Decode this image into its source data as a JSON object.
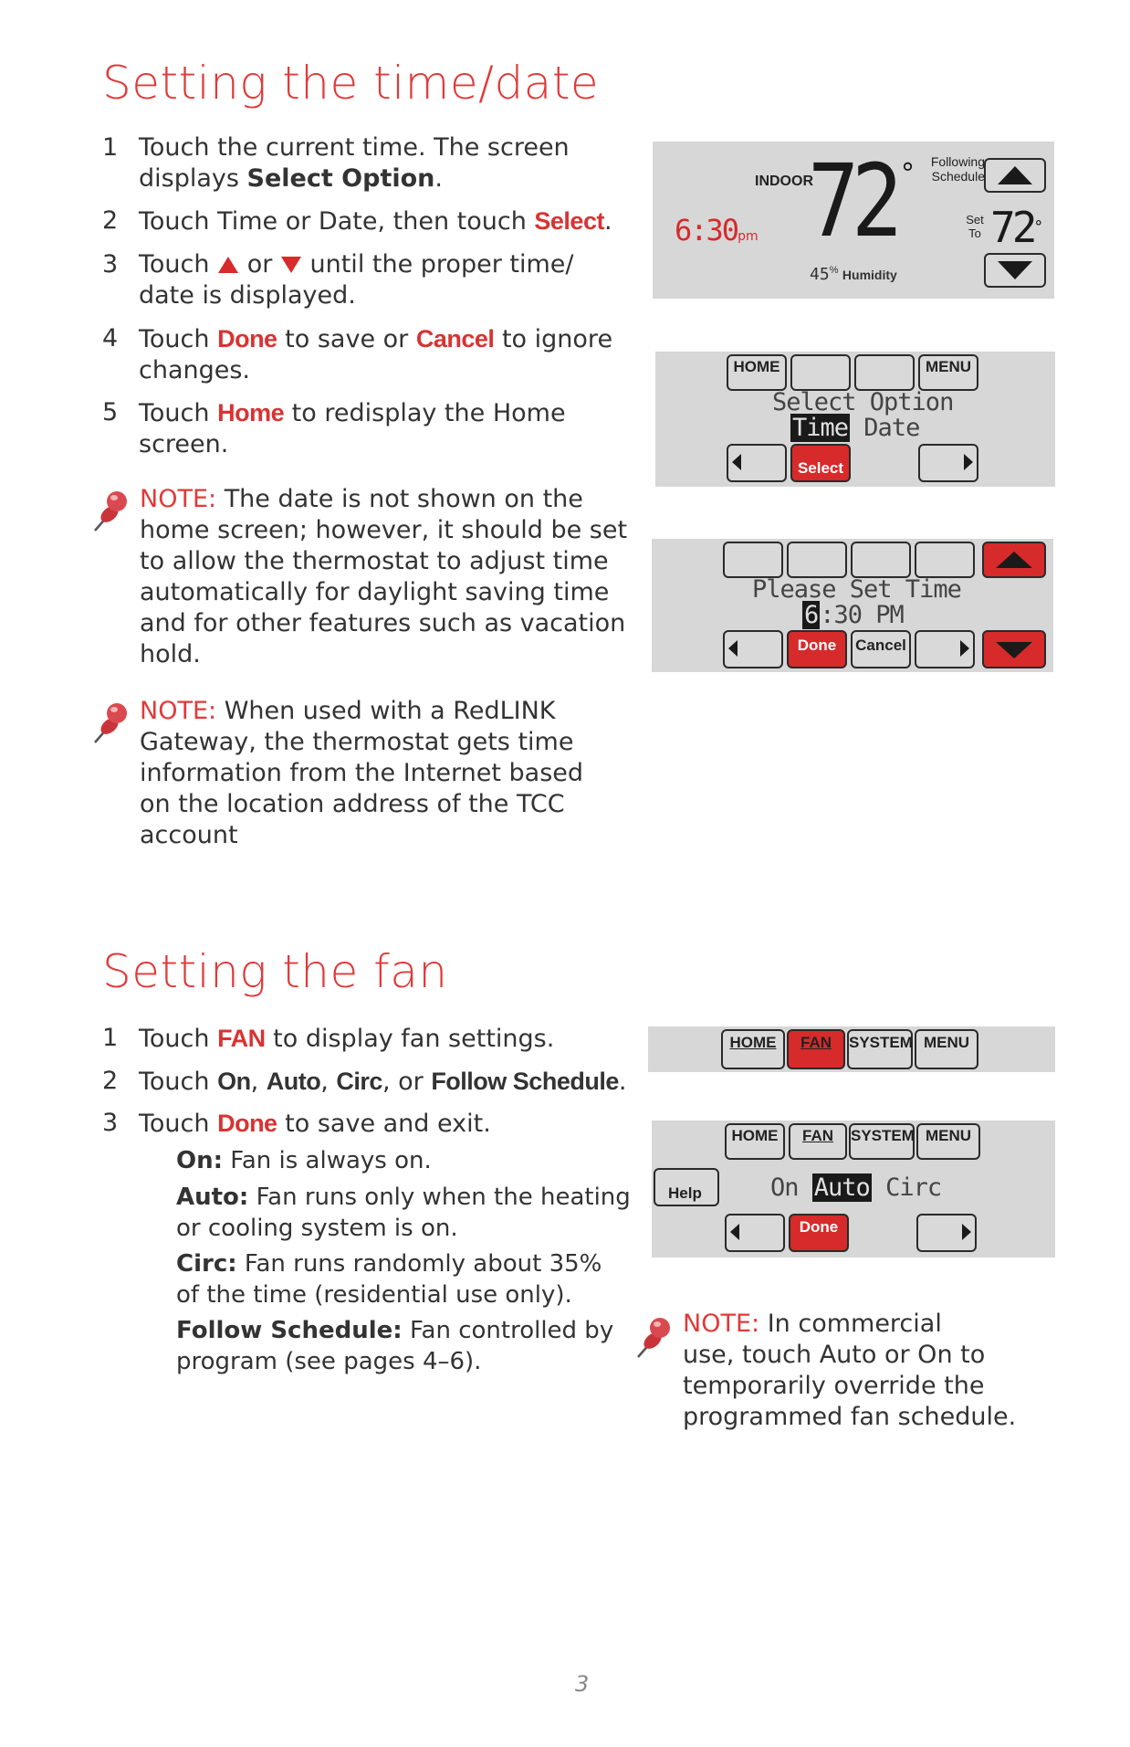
{
  "section1": {
    "title": "Setting the time/date",
    "steps": [
      {
        "num": "1",
        "parts": [
          "Touch the current time. The screen",
          "displays ",
          "Select Option",
          "."
        ]
      },
      {
        "num": "2",
        "a": "Touch Time or Date, then touch ",
        "red": "Select",
        "b": "."
      },
      {
        "num": "3",
        "a": "Touch",
        "or": "or",
        "b": "until the proper time/",
        "c": "date is displayed."
      },
      {
        "num": "4",
        "a": "Touch ",
        "red1": "Done",
        "b": " to save or ",
        "red2": "Cancel",
        "c": " to ignore",
        "d": "changes."
      },
      {
        "num": "5",
        "a": "Touch ",
        "red": "Home",
        "b": " to redisplay the Home",
        "c": "screen."
      }
    ],
    "note1": {
      "label": "NOTE:",
      "lines": [
        " The date is not shown on the",
        "home screen; however, it should be set",
        "to allow the thermostat to adjust time",
        "automatically for daylight saving time",
        "and for other features such as vacation",
        "hold."
      ]
    },
    "note2": {
      "label": "NOTE:",
      "lines": [
        " When used with a RedLINK",
        "Gateway, the thermostat gets time",
        "information from the Internet based",
        "on the location address of the TCC",
        "account"
      ]
    }
  },
  "screen1": {
    "indoor": "INDOOR",
    "temp": "72",
    "deg": "°",
    "time": "6:30",
    "ampm": "pm",
    "humidity_val": "45",
    "humidity_unit": "%",
    "humidity_label": "Humidity",
    "following": "Following",
    "schedule": "Schedule",
    "set": "Set",
    "to": "To",
    "set_temp": "72",
    "set_deg": "°"
  },
  "screen2": {
    "home": "HOME",
    "menu": "MENU",
    "line1": "Select Option",
    "opt_time": "Time",
    "opt_date": "Date",
    "select": "Select"
  },
  "screen3": {
    "line1": "Please Set Time",
    "hour": "6",
    "rest": ":30 PM",
    "done": "Done",
    "cancel": "Cancel"
  },
  "section2": {
    "title": "Setting the fan",
    "step1": {
      "num": "1",
      "a": "Touch ",
      "red": "FAN",
      "b": " to display fan settings."
    },
    "step2": {
      "num": "2",
      "a": "Touch ",
      "on": "On",
      "c1": ", ",
      "auto": "Auto",
      "c2": ", ",
      "circ": "Circ",
      "c3": ", or ",
      "follow": "Follow Schedule",
      "end": "."
    },
    "step3": {
      "num": "3",
      "a": "Touch ",
      "red": "Done",
      "b": " to save and exit."
    },
    "defs": [
      {
        "term": "On:",
        "lines": [
          " Fan is always on."
        ]
      },
      {
        "term": "Auto:",
        "lines": [
          " Fan runs only when the heating",
          "or cooling system is on."
        ]
      },
      {
        "term": "Circ:",
        "lines": [
          " Fan runs randomly about 35%",
          "of the time (residential use only)."
        ]
      },
      {
        "term": "Follow Schedule:",
        "lines": [
          " Fan controlled by",
          "program (see pages 4–6)."
        ]
      }
    ],
    "note": {
      "label": "NOTE:",
      "lines": [
        " In commercial",
        "use, touch Auto or On to",
        "temporarily override the",
        "programmed fan schedule."
      ]
    }
  },
  "screen4": {
    "home": "HOME",
    "fan": "FAN",
    "system": "SYSTEM",
    "menu": "MENU"
  },
  "screen5": {
    "home": "HOME",
    "fan": "FAN",
    "system": "SYSTEM",
    "menu": "MENU",
    "help": "Help",
    "on": "On",
    "auto": "Auto",
    "circ": "Circ",
    "done": "Done"
  },
  "page_number": "3",
  "colors": {
    "accent_red": "#d93333",
    "panel_gray": "#d7d7d7"
  }
}
